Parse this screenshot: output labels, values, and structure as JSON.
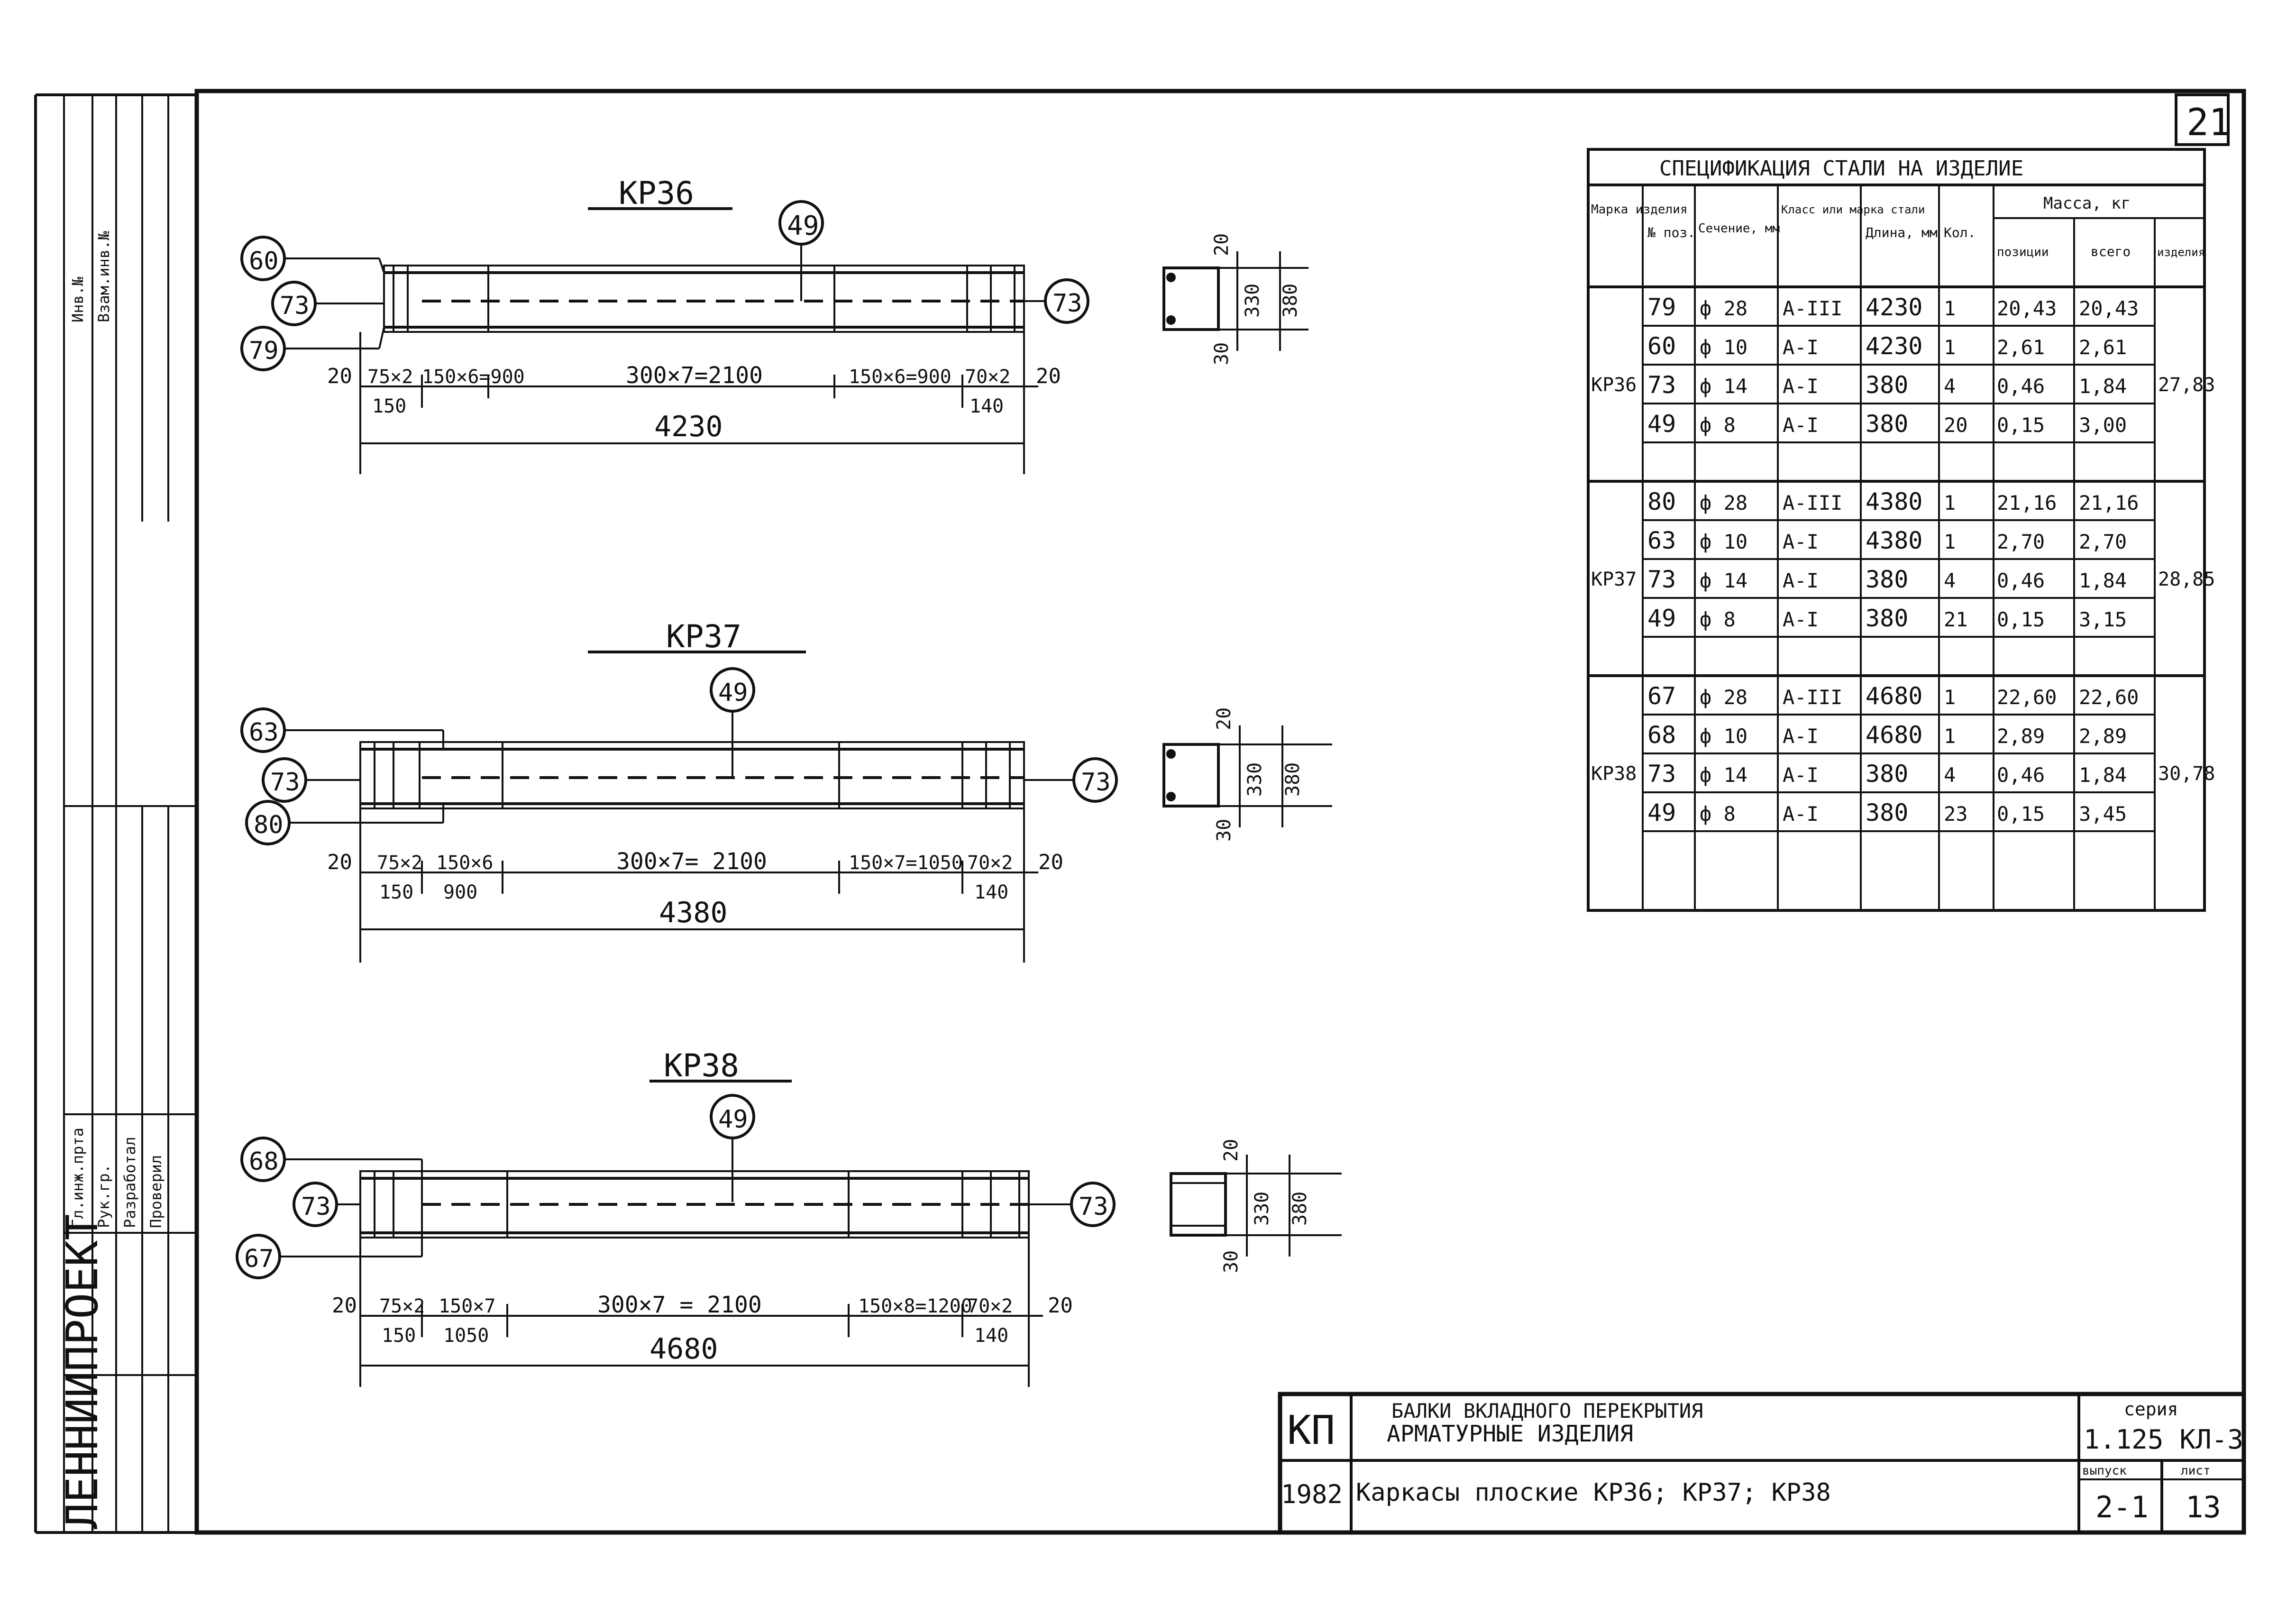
{
  "page_number": "21",
  "drawings": [
    {
      "title": "КР36",
      "pos_top": "49",
      "pos_left": [
        "60",
        "73",
        "79"
      ],
      "pos_right": "73",
      "dims_row": [
        "20",
        "75×2",
        "150",
        "150×6=900",
        "300×7=2100",
        "150×6=900",
        "70×2",
        "140",
        "20"
      ],
      "total": "4230",
      "section": [
        "20",
        "330",
        "380",
        "30"
      ]
    },
    {
      "title": "КР37",
      "pos_top": "49",
      "pos_left": [
        "63",
        "73",
        "80"
      ],
      "pos_right": "73",
      "dims_row": [
        "20",
        "75×2",
        "150",
        "150×6",
        "900",
        "300×7= 2100",
        "150×7=1050",
        "70×2",
        "140",
        "20"
      ],
      "total": "4380",
      "section": [
        "20",
        "330",
        "380",
        "30"
      ]
    },
    {
      "title": "КР38",
      "pos_top": "49",
      "pos_left": [
        "68",
        "73",
        "67"
      ],
      "pos_right": "73",
      "dims_row": [
        "20",
        "75×2",
        "150",
        "150×7",
        "1050",
        "300×7 = 2100",
        "150×8=1200",
        "70×2",
        "140",
        "20"
      ],
      "total": "4680",
      "section": [
        "20",
        "330",
        "380",
        "30"
      ]
    }
  ],
  "spec": {
    "title": "СПЕЦИФИКАЦИЯ СТАЛИ НА ИЗДЕЛИЕ",
    "headers": {
      "mark": "Марка изделия",
      "pos": "№ поз.",
      "section": "Сечение, мм",
      "class": "Класс или марка стали",
      "length": "Длина, мм",
      "qty": "Кол.",
      "mass_group": "Масса, кг",
      "mass_pos": "позиции",
      "mass_all": "всего",
      "mass_item": "изделия"
    },
    "groups": [
      {
        "mark": "КР36",
        "item_mass": "27,83",
        "rows": [
          [
            "79",
            "ф 28",
            "А-III",
            "4230",
            "1",
            "20,43",
            "20,43"
          ],
          [
            "60",
            "ф 10",
            "А-I",
            "4230",
            "1",
            "2,61",
            "2,61"
          ],
          [
            "73",
            "ф 14",
            "А-I",
            "380",
            "4",
            "0,46",
            "1,84"
          ],
          [
            "49",
            "ф 8",
            "А-I",
            "380",
            "20",
            "0,15",
            "3,00"
          ]
        ]
      },
      {
        "mark": "КР37",
        "item_mass": "28,85",
        "rows": [
          [
            "80",
            "ф 28",
            "А-III",
            "4380",
            "1",
            "21,16",
            "21,16"
          ],
          [
            "63",
            "ф 10",
            "А-I",
            "4380",
            "1",
            "2,70",
            "2,70"
          ],
          [
            "73",
            "ф 14",
            "А-I",
            "380",
            "4",
            "0,46",
            "1,84"
          ],
          [
            "49",
            "ф 8",
            "А-I",
            "380",
            "21",
            "0,15",
            "3,15"
          ]
        ]
      },
      {
        "mark": "КР38",
        "item_mass": "30,78",
        "rows": [
          [
            "67",
            "ф 28",
            "А-III",
            "4680",
            "1",
            "22,60",
            "22,60"
          ],
          [
            "68",
            "ф 10",
            "А-I",
            "4680",
            "1",
            "2,89",
            "2,89"
          ],
          [
            "73",
            "ф 14",
            "А-I",
            "380",
            "4",
            "0,46",
            "1,84"
          ],
          [
            "49",
            "ф 8",
            "А-I",
            "380",
            "23",
            "0,15",
            "3,45"
          ]
        ]
      }
    ]
  },
  "stamp": {
    "code": "КП",
    "year": "1982",
    "title_line1": "БАЛКИ ВКЛАДНОГО ПЕРЕКРЫТИЯ",
    "title_line2": "АРМАТУРНЫЕ ИЗДЕЛИЯ",
    "subtitle": "Каркасы плоские КР36; КР37; КР38",
    "series_label": "серия",
    "series": "1.125 КЛ-3",
    "issue_label": "выпуск",
    "issue": "2-1",
    "sheet_label": "лист",
    "sheet": "13"
  },
  "side": {
    "org": "ЛЕННИИПРОЕКТ",
    "strip_a": "Гл.инж.прта",
    "strip_b": "Рук.гр.",
    "strip_c": "Разработал",
    "strip_d": "Проверил",
    "strip_e": "Инв.№",
    "strip_f": "Взам.инв.№"
  }
}
